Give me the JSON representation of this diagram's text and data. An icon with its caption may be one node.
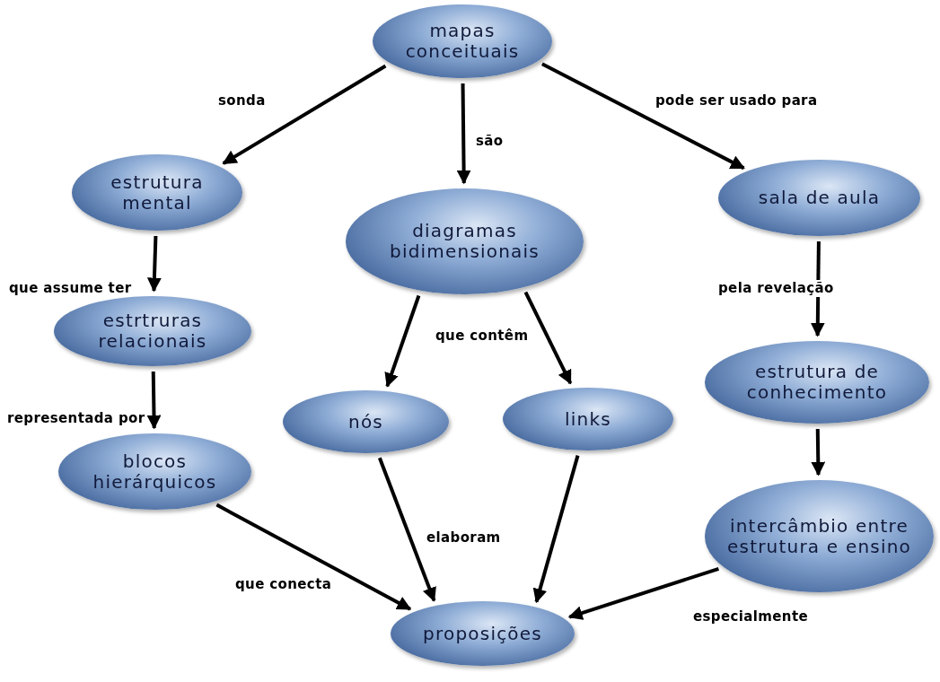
{
  "diagram": {
    "nodes": [
      {
        "text": [
          "mapas conceituais"
        ]
      },
      {
        "text": [
          "estrutura mental"
        ]
      },
      {
        "text": [
          "diagramas bidimensionais"
        ]
      },
      {
        "text": [
          "sala de aula"
        ]
      },
      {
        "text": [
          "estrtruras relacionais"
        ]
      },
      {
        "text": [
          "nós"
        ]
      },
      {
        "text": [
          "links"
        ]
      },
      {
        "text": [
          "estrutura de conhecimento"
        ]
      },
      {
        "text": [
          "blocos hierárquicos"
        ]
      },
      {
        "text": [
          "intercâmbio entre estrutura e ensino"
        ]
      },
      {
        "text": [
          "proposições"
        ]
      }
    ],
    "edges": [
      {
        "from": 0,
        "to": 1,
        "arrow": "to",
        "label": "sonda"
      },
      {
        "from": 0,
        "to": 2,
        "arrow": "to",
        "label": "são"
      },
      {
        "from": 0,
        "to": 3,
        "arrow": "to",
        "label": "pode ser usado para"
      },
      {
        "from": 1,
        "to": 4,
        "arrow": "to",
        "label": "que assume ter"
      },
      {
        "from": 4,
        "to": 8,
        "arrow": "to",
        "label": "representada por"
      },
      {
        "from": 2,
        "to": 5,
        "arrow": "to",
        "label": "que contêm"
      },
      {
        "from": 2,
        "to": 6,
        "arrow": "to"
      },
      {
        "from": 3,
        "to": 7,
        "arrow": "to",
        "label": "pela revelação"
      },
      {
        "from": 7,
        "to": 9,
        "arrow": "to"
      },
      {
        "from": 8,
        "to": 10,
        "arrow": "to",
        "label": "que conecta"
      },
      {
        "from": 5,
        "to": 10,
        "arrow": "to",
        "label": "elaboram"
      },
      {
        "from": 6,
        "to": 10,
        "arrow": "to"
      },
      {
        "from": 9,
        "to": 10,
        "arrow": "to",
        "label": "especialmente"
      }
    ]
  }
}
